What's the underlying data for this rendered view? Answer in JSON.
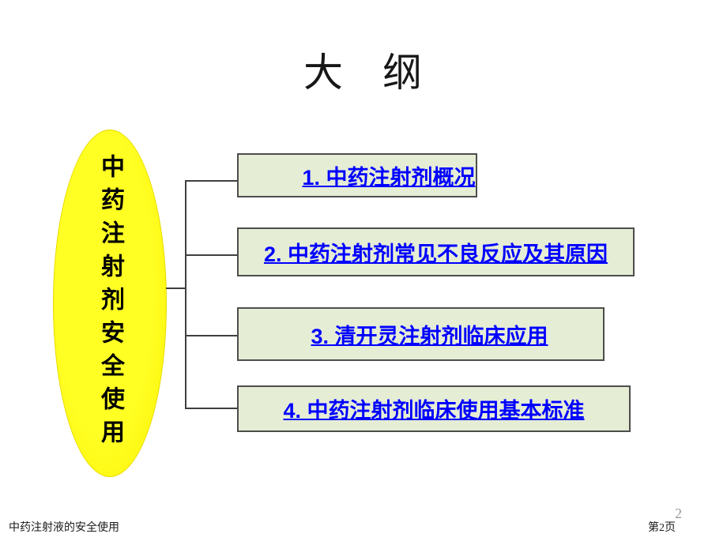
{
  "slide": {
    "title": "大 纲",
    "footer_text": "中药注射液的安全使用",
    "page_label": "第2页",
    "slide_number": "2"
  },
  "diagram": {
    "root": "中药注射剂安全使用",
    "links": [
      "1. 中药注射剂概况",
      "2. 中药注射剂常见不良反应及其原因",
      "3. 清开灵注射剂临床应用",
      "4. 中药注射剂临床使用基本标准"
    ]
  },
  "colors": {
    "ellipse_fill": "#ffff00",
    "box_fill": "#e5edd5",
    "box_border": "#4d4d4d",
    "link_blue": "#0000ff",
    "connector": "#3f3f3f"
  }
}
